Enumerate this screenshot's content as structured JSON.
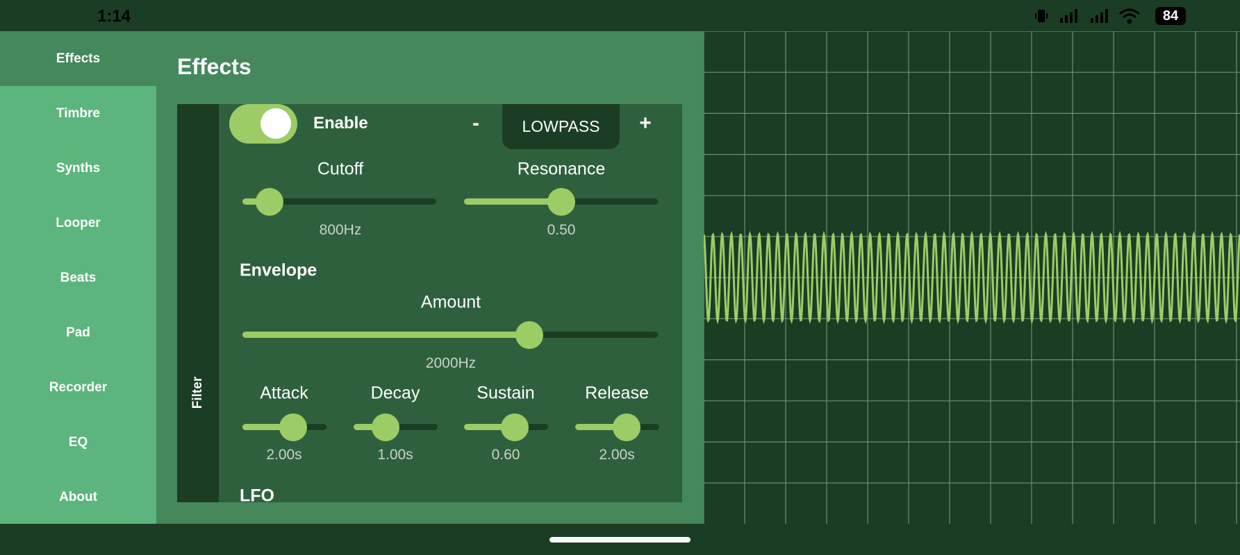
{
  "status_bar": {
    "time": "1:14",
    "battery": "84",
    "icons": [
      "vibrate-icon",
      "signal-icon",
      "signal-icon",
      "wifi-icon",
      "battery-icon"
    ]
  },
  "sidebar": {
    "items": [
      {
        "label": "Effects",
        "active": true
      },
      {
        "label": "Timbre"
      },
      {
        "label": "Synths"
      },
      {
        "label": "Looper"
      },
      {
        "label": "Beats"
      },
      {
        "label": "Pad"
      },
      {
        "label": "Recorder"
      },
      {
        "label": "EQ"
      },
      {
        "label": "About"
      }
    ]
  },
  "main": {
    "title": "Effects",
    "filter_tab": "Filter",
    "enable": {
      "label": "Enable",
      "on": true
    },
    "filter_type": {
      "minus": "-",
      "value": "LOWPASS",
      "plus": "+"
    },
    "cutoff": {
      "label": "Cutoff",
      "value": "800Hz",
      "fraction": 0.14
    },
    "resonance": {
      "label": "Resonance",
      "value": "0.50",
      "fraction": 0.5
    },
    "envelope": {
      "title": "Envelope",
      "amount": {
        "label": "Amount",
        "value": "2000Hz",
        "fraction": 0.69
      },
      "adsr": [
        {
          "label": "Attack",
          "value": "2.00s",
          "fraction": 0.6
        },
        {
          "label": "Decay",
          "value": "1.00s",
          "fraction": 0.38
        },
        {
          "label": "Sustain",
          "value": "0.60",
          "fraction": 0.6
        },
        {
          "label": "Release",
          "value": "2.00s",
          "fraction": 0.61
        }
      ]
    },
    "lfo_title": "LFO"
  },
  "colors": {
    "dark": "#1b3d24",
    "panel": "#44885c",
    "sidebar": "#5cb57d",
    "card": "#2f603e",
    "accent": "#9ccc65"
  },
  "oscilloscope": {
    "cycles": 58
  }
}
